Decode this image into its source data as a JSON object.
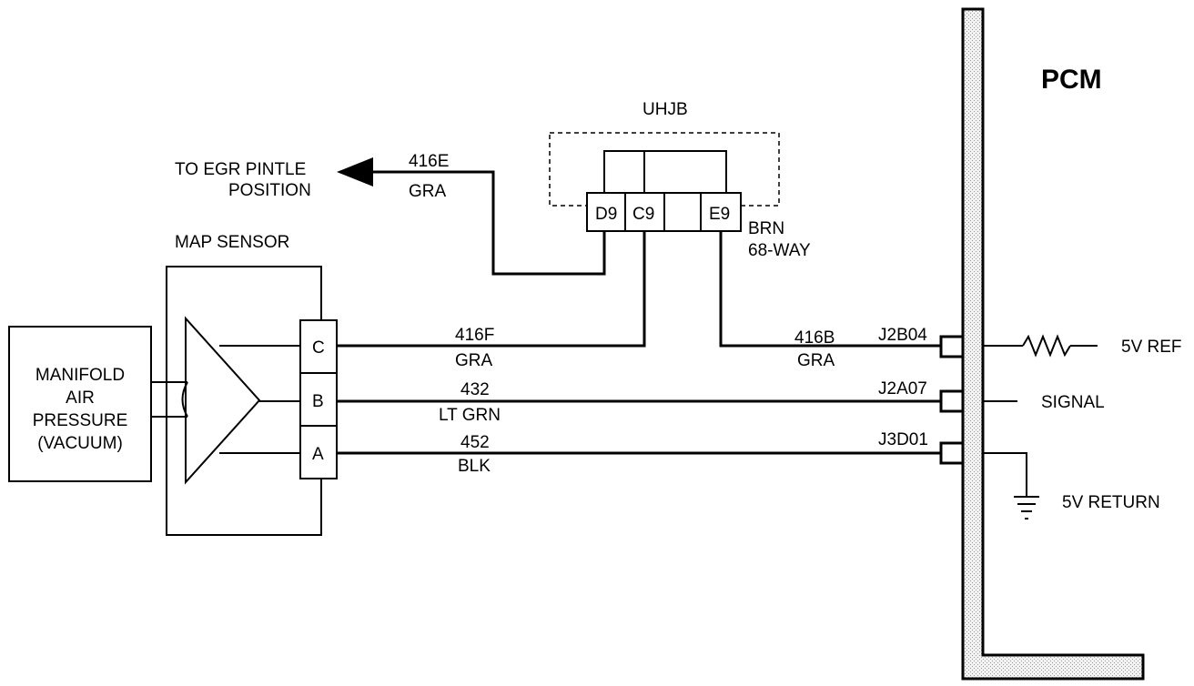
{
  "pcm": {
    "title": "PCM"
  },
  "uhjb": {
    "title": "UHJB",
    "pins": {
      "d9": "D9",
      "c9": "C9",
      "e9": "E9"
    },
    "connector_color": "BRN",
    "connector_type": "68-WAY"
  },
  "egr": {
    "line1": "TO EGR PINTLE",
    "line2": "POSITION"
  },
  "map_sensor": {
    "title": "MAP SENSOR",
    "pins": {
      "c": "C",
      "b": "B",
      "a": "A"
    }
  },
  "manifold": {
    "line1": "MANIFOLD",
    "line2": "AIR",
    "line3": "PRESSURE",
    "line4": "(VACUUM)"
  },
  "wires": {
    "w416e": {
      "circuit": "416E",
      "color": "GRA"
    },
    "w416f": {
      "circuit": "416F",
      "color": "GRA"
    },
    "w416b": {
      "circuit": "416B",
      "color": "GRA"
    },
    "w432": {
      "circuit": "432",
      "color": "LT GRN"
    },
    "w452": {
      "circuit": "452",
      "color": "BLK"
    }
  },
  "pcm_terminals": {
    "ref": {
      "pin": "J2B04",
      "label": "5V REF"
    },
    "signal": {
      "pin": "J2A07",
      "label": "SIGNAL"
    },
    "ret": {
      "pin": "J3D01",
      "label": "5V RETURN"
    }
  }
}
